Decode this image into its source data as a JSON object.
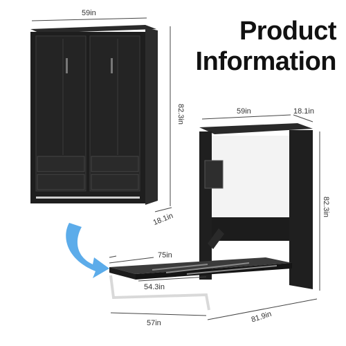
{
  "heading": {
    "line1": "Product",
    "line2": "Information"
  },
  "closed_view": {
    "width": "59in",
    "height": "82.3in",
    "depth": "18.1in"
  },
  "open_view": {
    "width": "59in",
    "depth": "18.1in",
    "height": "82.3in",
    "mattress_length": "75in",
    "inner_width": "54.3in",
    "bed_width": "57in",
    "total_depth": "81.9in"
  },
  "colors": {
    "cabinet": "#1f1f1f",
    "panel": "#2b2b2b",
    "accent_arrow": "#4aa3e8",
    "leg": "#d9d9d9"
  },
  "icons": [
    "curved-arrow-icon"
  ]
}
